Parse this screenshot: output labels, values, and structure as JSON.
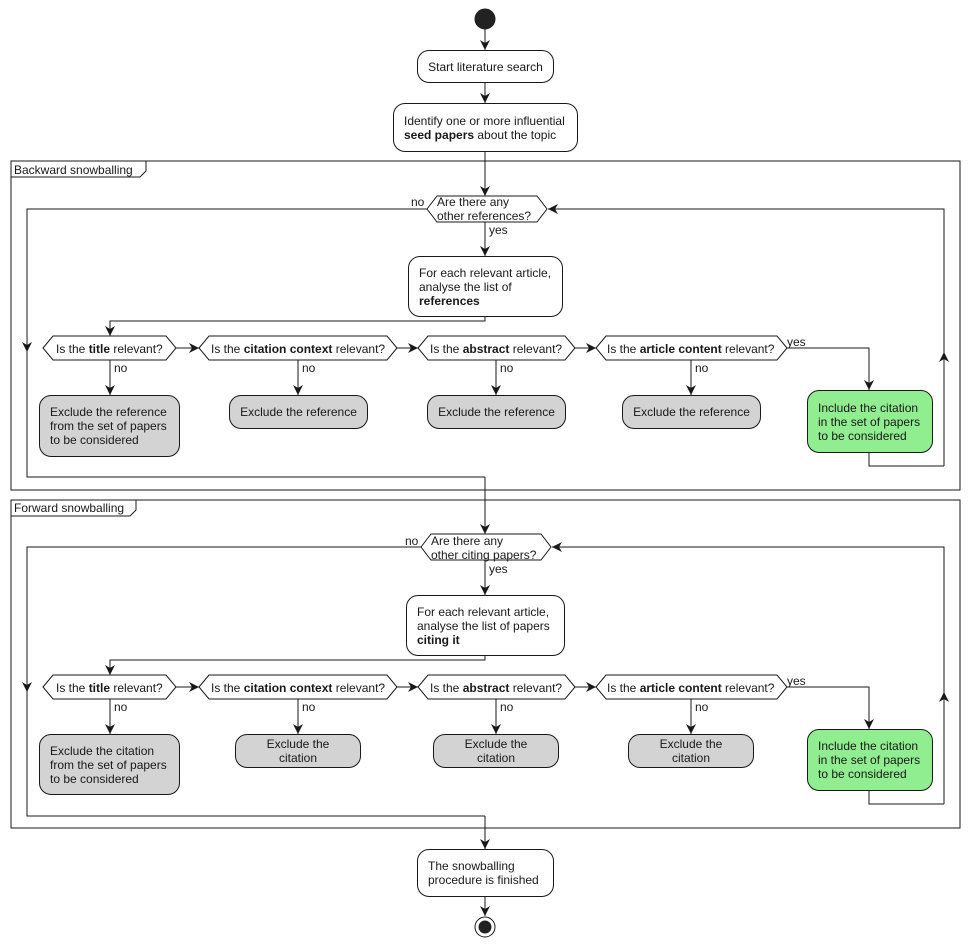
{
  "start": {
    "line1": "Start literature search"
  },
  "seed": {
    "line1": "Identify one or more influential",
    "bold": "seed papers",
    "rest": " about the topic"
  },
  "backward": {
    "frame_title": "Backward snowballing",
    "loop_q1": "Are there any",
    "loop_q2": "other references?",
    "no_label": "no",
    "yes_label": "yes",
    "analyse1": "For each relevant article,",
    "analyse2": "analyse the list of",
    "analyse_bold": "references",
    "q_title": {
      "pre": "Is the ",
      "bold": "title",
      "post": " relevant?"
    },
    "q_context": {
      "pre": "Is the ",
      "bold": "citation context",
      "post": " relevant?"
    },
    "q_abstract": {
      "pre": "Is the ",
      "bold": "abstract",
      "post": " relevant?"
    },
    "q_content": {
      "pre": "Is the ",
      "bold": "article content",
      "post": " relevant?"
    },
    "excl_first": [
      "Exclude the reference",
      "from the set of papers",
      "to be considered"
    ],
    "excl_other": "Exclude the reference",
    "include": [
      "Include the citation",
      "in the set of papers",
      "to be considered"
    ]
  },
  "forward": {
    "frame_title": "Forward snowballing",
    "loop_q1": "Are there any",
    "loop_q2": "other citing papers?",
    "no_label": "no",
    "yes_label": "yes",
    "analyse1": "For each relevant article,",
    "analyse2": "analyse the list of papers",
    "analyse_bold": "citing it",
    "q_title": {
      "pre": "Is the ",
      "bold": "title",
      "post": " relevant?"
    },
    "q_context": {
      "pre": "Is the ",
      "bold": "citation context",
      "post": " relevant?"
    },
    "q_abstract": {
      "pre": "Is the ",
      "bold": "abstract",
      "post": " relevant?"
    },
    "q_content": {
      "pre": "Is the ",
      "bold": "article content",
      "post": " relevant?"
    },
    "excl_first": [
      "Exclude the citation",
      "from the set of papers",
      "to be considered"
    ],
    "excl_other": "Exclude the citation",
    "include": [
      "Include the citation",
      "in the set of papers",
      "to be considered"
    ]
  },
  "finish": {
    "line1": "The snowballing",
    "line2": "procedure is finished"
  },
  "colors": {
    "line": "#181818",
    "exclude_fill": "#d3d3d3",
    "include_fill": "#90ee90"
  }
}
